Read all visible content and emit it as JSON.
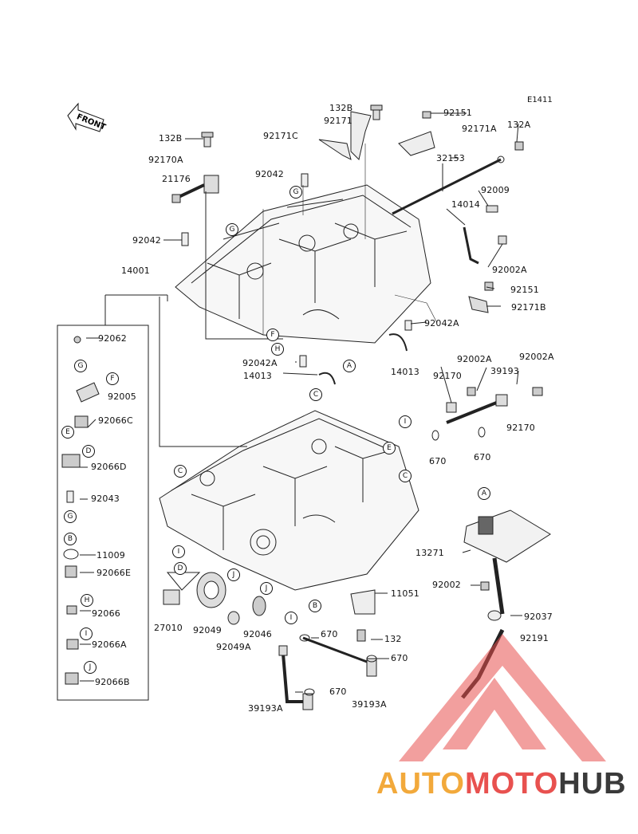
{
  "diagram_code": "E1411",
  "front_label": "FRONT",
  "watermark": {
    "part1": "AUTO",
    "part2": "MOTO",
    "part3": "HUB"
  },
  "parts": [
    {
      "id": "p01",
      "text": "132B"
    },
    {
      "id": "p02",
      "text": "92151"
    },
    {
      "id": "p03",
      "text": "92171"
    },
    {
      "id": "p04",
      "text": "92171A"
    },
    {
      "id": "p05",
      "text": "92171C"
    },
    {
      "id": "p06",
      "text": "132A"
    },
    {
      "id": "p07",
      "text": "132B"
    },
    {
      "id": "p08",
      "text": "92170A"
    },
    {
      "id": "p09",
      "text": "21176"
    },
    {
      "id": "p10",
      "text": "92042"
    },
    {
      "id": "p11",
      "text": "32153"
    },
    {
      "id": "p12",
      "text": "92009"
    },
    {
      "id": "p13",
      "text": "14014"
    },
    {
      "id": "p14",
      "text": "92042"
    },
    {
      "id": "p15",
      "text": "92002A"
    },
    {
      "id": "p16",
      "text": "14001"
    },
    {
      "id": "p17",
      "text": "92151"
    },
    {
      "id": "p18",
      "text": "92171B"
    },
    {
      "id": "p19",
      "text": "92062"
    },
    {
      "id": "p20",
      "text": "92042A"
    },
    {
      "id": "p21",
      "text": "92042A"
    },
    {
      "id": "p22",
      "text": "14013"
    },
    {
      "id": "p23",
      "text": "14013"
    },
    {
      "id": "p24",
      "text": "92002A"
    },
    {
      "id": "p25",
      "text": "92002A"
    },
    {
      "id": "p26",
      "text": "92170"
    },
    {
      "id": "p27",
      "text": "39193"
    },
    {
      "id": "p28",
      "text": "92005"
    },
    {
      "id": "p29",
      "text": "92066C"
    },
    {
      "id": "p30",
      "text": "92170"
    },
    {
      "id": "p31",
      "text": "670"
    },
    {
      "id": "p32",
      "text": "670"
    },
    {
      "id": "p33",
      "text": "92066D"
    },
    {
      "id": "p34",
      "text": "92043"
    },
    {
      "id": "p35",
      "text": "13271"
    },
    {
      "id": "p36",
      "text": "11009"
    },
    {
      "id": "p37",
      "text": "92066E"
    },
    {
      "id": "p38",
      "text": "92002"
    },
    {
      "id": "p39",
      "text": "11051"
    },
    {
      "id": "p40",
      "text": "92066"
    },
    {
      "id": "p41",
      "text": "92037"
    },
    {
      "id": "p42",
      "text": "27010"
    },
    {
      "id": "p43",
      "text": "92049"
    },
    {
      "id": "p44",
      "text": "92046"
    },
    {
      "id": "p45",
      "text": "670"
    },
    {
      "id": "p46",
      "text": "132"
    },
    {
      "id": "p47",
      "text": "92191"
    },
    {
      "id": "p48",
      "text": "92066A"
    },
    {
      "id": "p49",
      "text": "92049A"
    },
    {
      "id": "p50",
      "text": "670"
    },
    {
      "id": "p51",
      "text": "92066B"
    },
    {
      "id": "p52",
      "text": "670"
    },
    {
      "id": "p53",
      "text": "39193A"
    },
    {
      "id": "p54",
      "text": "39193A"
    }
  ],
  "callouts": [
    {
      "id": "c01",
      "text": "G"
    },
    {
      "id": "c02",
      "text": "G"
    },
    {
      "id": "c03",
      "text": "F"
    },
    {
      "id": "c04",
      "text": "H"
    },
    {
      "id": "c05",
      "text": "A"
    },
    {
      "id": "c06",
      "text": "G"
    },
    {
      "id": "c07",
      "text": "F"
    },
    {
      "id": "c08",
      "text": "E"
    },
    {
      "id": "c09",
      "text": "D"
    },
    {
      "id": "c10",
      "text": "G"
    },
    {
      "id": "c11",
      "text": "B"
    },
    {
      "id": "c12",
      "text": "H"
    },
    {
      "id": "c13",
      "text": "I"
    },
    {
      "id": "c14",
      "text": "J"
    },
    {
      "id": "c15",
      "text": "C"
    },
    {
      "id": "c16",
      "text": "I"
    },
    {
      "id": "c17",
      "text": "E"
    },
    {
      "id": "c18",
      "text": "C"
    },
    {
      "id": "c19",
      "text": "C"
    },
    {
      "id": "c20",
      "text": "I"
    },
    {
      "id": "c21",
      "text": "D"
    },
    {
      "id": "c22",
      "text": "J"
    },
    {
      "id": "c23",
      "text": "J"
    },
    {
      "id": "c24",
      "text": "B"
    },
    {
      "id": "c25",
      "text": "I"
    },
    {
      "id": "c26",
      "text": "A"
    }
  ]
}
